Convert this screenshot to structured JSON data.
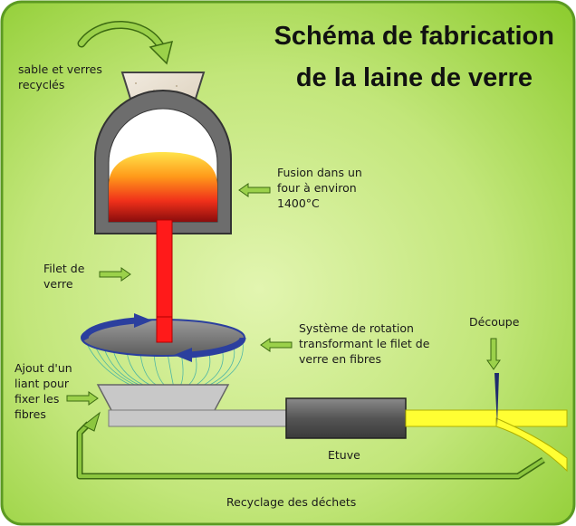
{
  "title": {
    "line1": "Schéma de fabrication",
    "line2": "de la laine de verre"
  },
  "labels": {
    "raw_materials": "sable et verres\nrecyclés",
    "furnace": "Fusion dans un\nfour à environ\n1400°C",
    "glass_stream": "Filet de\nverre",
    "rotation": "Système de rotation\ntransformant le filet de\nverre en fibres",
    "binder": "Ajout d'un\nliant pour\nfixer les\nfibres",
    "cutting": "Découpe",
    "oven": "Etuve",
    "recycling": "Recyclage des déchets"
  },
  "colors": {
    "background_center": "#d8f0a0",
    "background_edge": "#8ccb2e",
    "border": "#5c9a22",
    "arrow_green": "#8cc63f",
    "furnace_gray": "#6d6d6d",
    "glass_red": "#ff1a1a",
    "rotation_blue": "#2b3f9e",
    "fiber_yellow": "#ffff33"
  }
}
